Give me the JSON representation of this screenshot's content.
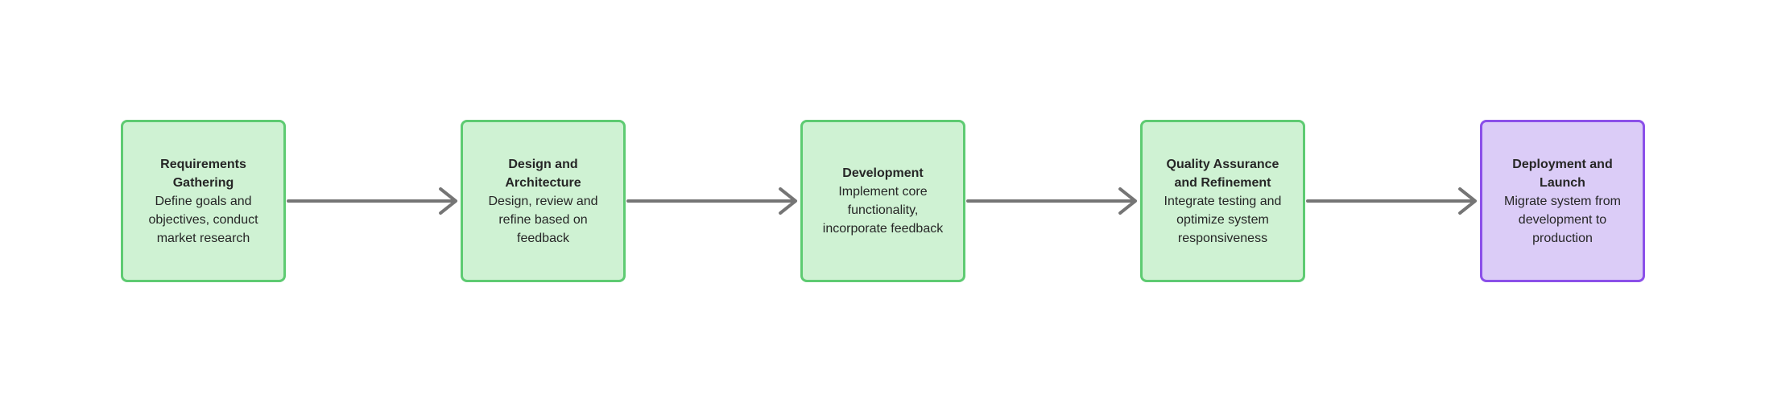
{
  "diagram": {
    "background_color": "#ffffff",
    "arrow_color": "#757575",
    "node_text_color": "#262626",
    "steps": [
      {
        "title": "Requirements Gathering",
        "description": "Define goals and objectives, conduct market research",
        "fill": "#cff2d3",
        "border": "#5ecb72"
      },
      {
        "title": "Design and Architecture",
        "description": "Design, review and refine based on feedback",
        "fill": "#cff2d3",
        "border": "#5ecb72"
      },
      {
        "title": "Development",
        "description": "Implement core functionality, incorporate feedback",
        "fill": "#cff2d3",
        "border": "#5ecb72"
      },
      {
        "title": "Quality Assurance and Refinement",
        "description": "Integrate testing and optimize system responsiveness",
        "fill": "#cff2d3",
        "border": "#5ecb72"
      },
      {
        "title": "Deployment and Launch",
        "description": "Migrate system from development to production",
        "fill": "#dbccf7",
        "border": "#8b50e9"
      }
    ]
  }
}
